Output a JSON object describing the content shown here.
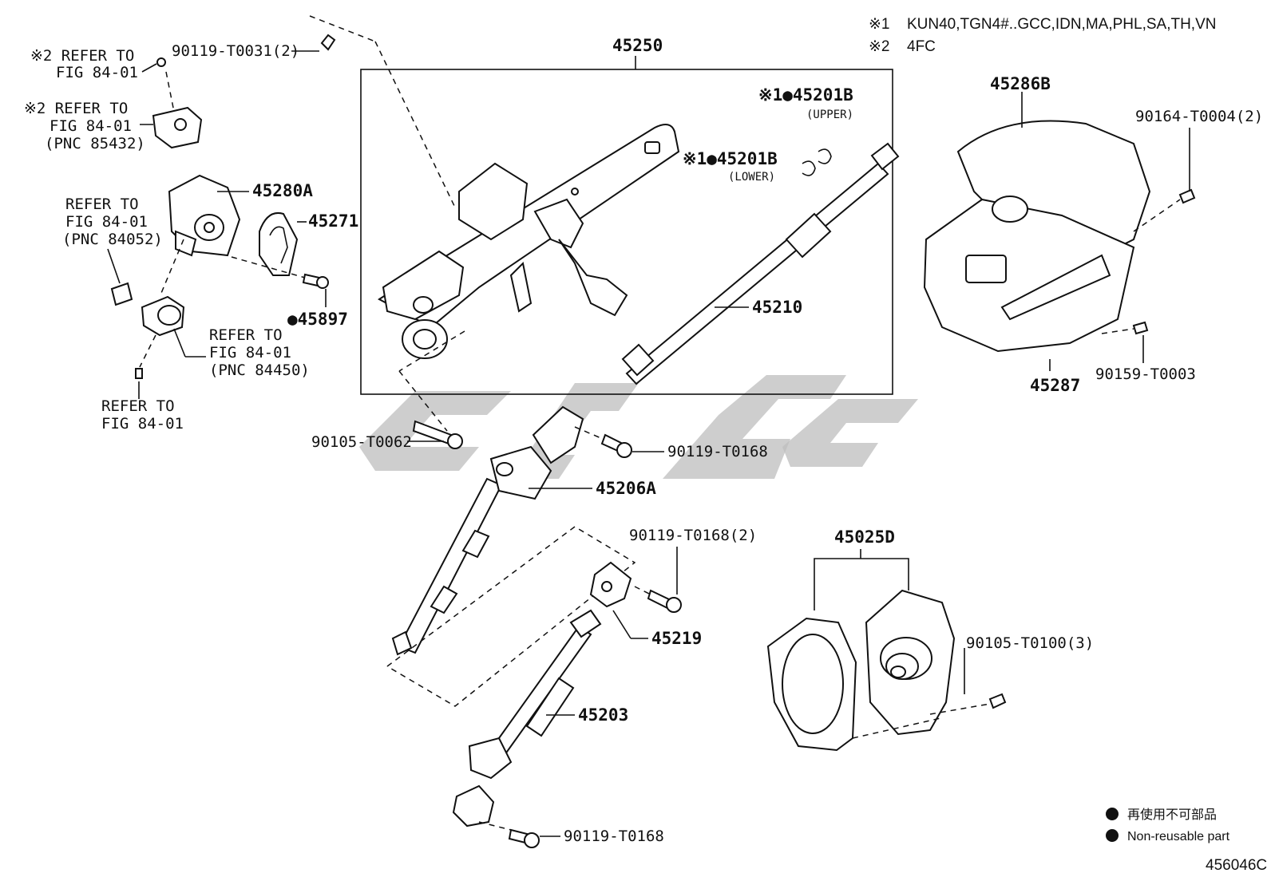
{
  "notes": {
    "n1_mark": "※1",
    "n1_text": "KUN40,TGN4#..GCC,IDN,MA,PHL,SA,TH,VN",
    "n2_mark": "※2",
    "n2_text": "4FC"
  },
  "labels": {
    "p45250": "45250",
    "p45201b_upper": "※1●45201B",
    "upper": "(UPPER)",
    "p45201b_lower": "※1●45201B",
    "lower": "(LOWER)",
    "p45210": "45210",
    "p45286b": "45286B",
    "p90164": "90164-T0004(2)",
    "p90159": "90159-T0003",
    "p45287": "45287",
    "ref1_a": "※2 REFER TO",
    "ref1_b": "FIG 84-01",
    "p90119_t0031": "90119-T0031(2)",
    "ref2_a": "※2 REFER TO",
    "ref2_b": "FIG 84-01",
    "ref2_c": "(PNC 85432)",
    "p45280a": "45280A",
    "p45271": "45271",
    "ref3_a": "REFER TO",
    "ref3_b": "FIG 84-01",
    "ref3_c": "(PNC 84052)",
    "p45897": "●45897",
    "ref4_a": "REFER TO",
    "ref4_b": "FIG 84-01",
    "ref4_c": "(PNC 84450)",
    "ref5_a": "REFER TO",
    "ref5_b": "FIG 84-01",
    "p90105_t0062": "90105-T0062",
    "p90119_t0168_a": "90119-T0168",
    "p45206a": "45206A",
    "p90119_t0168_2": "90119-T0168(2)",
    "p45219": "45219",
    "p45203": "45203",
    "p90119_t0168_b": "90119-T0168",
    "p45025d": "45025D",
    "p90105_t0100": "90105-T0100(3)"
  },
  "legend": {
    "zh": "再使用不可部品",
    "en": "Non-reusable part"
  },
  "figure_id": "456046C",
  "colors": {
    "ink": "#111111",
    "watermark": "#bdbdbd",
    "background": "#ffffff"
  }
}
